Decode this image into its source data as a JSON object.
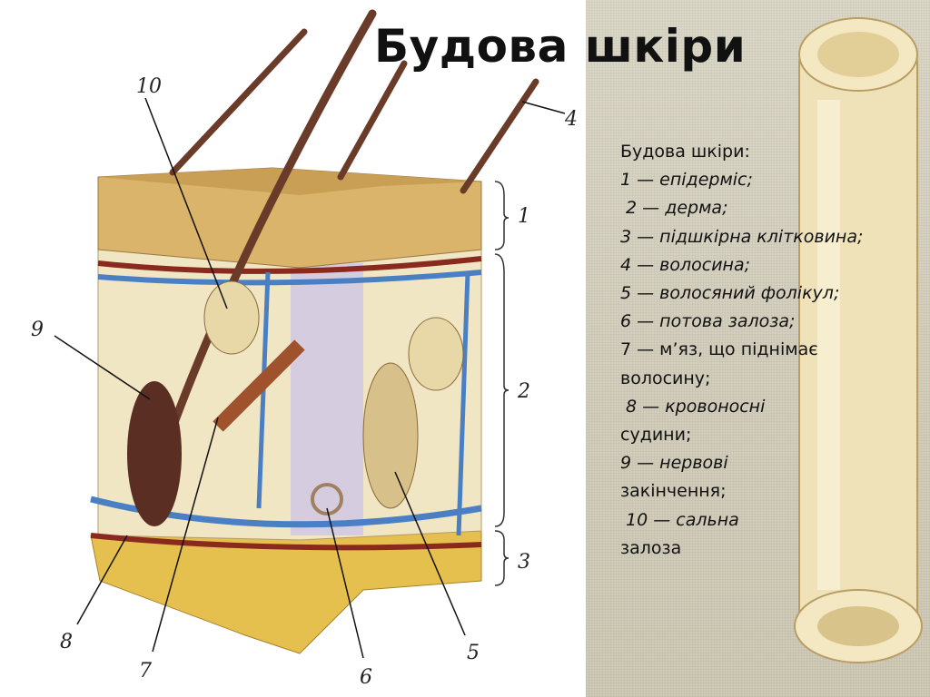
{
  "title": "Будова шкіри",
  "legend": {
    "lines": [
      {
        "text": "Будова шкіри:",
        "italic": false
      },
      {
        "text": "1 — епідерміс;",
        "italic": true
      },
      {
        "text": " 2 — дерма;",
        "italic": true
      },
      {
        "text": "3 — підшкірна клітковина;",
        "italic": true
      },
      {
        "text": "4 — волосина;",
        "italic": true
      },
      {
        "text": "5 — волосяний фолікул;",
        "italic": true
      },
      {
        "text": "6 — потова залоза;",
        "italic": true
      },
      {
        "text": "7 — м’яз, що піднімає",
        "italic": false
      },
      {
        "text": "волосину;",
        "italic": false
      },
      {
        "text": " 8 — кровоносні",
        "italic": true
      },
      {
        "text": "судини;",
        "italic": false
      },
      {
        "text": "9 — нервові",
        "italic": true
      },
      {
        "text": "закінчення;",
        "italic": false
      },
      {
        "text": " 10 — сальна",
        "italic": true
      },
      {
        "text": "залоза",
        "italic": false
      }
    ]
  },
  "diagram": {
    "labels": [
      "1",
      "2",
      "3",
      "4",
      "5",
      "6",
      "7",
      "8",
      "9",
      "10"
    ],
    "colors": {
      "epidermis": "#d9b46a",
      "dermis": "#f1e6c4",
      "hypodermis": "#e6c04e",
      "vein": "#4a7fc4",
      "artery": "#8a2a1e",
      "hair": "#6b3b2a"
    }
  }
}
